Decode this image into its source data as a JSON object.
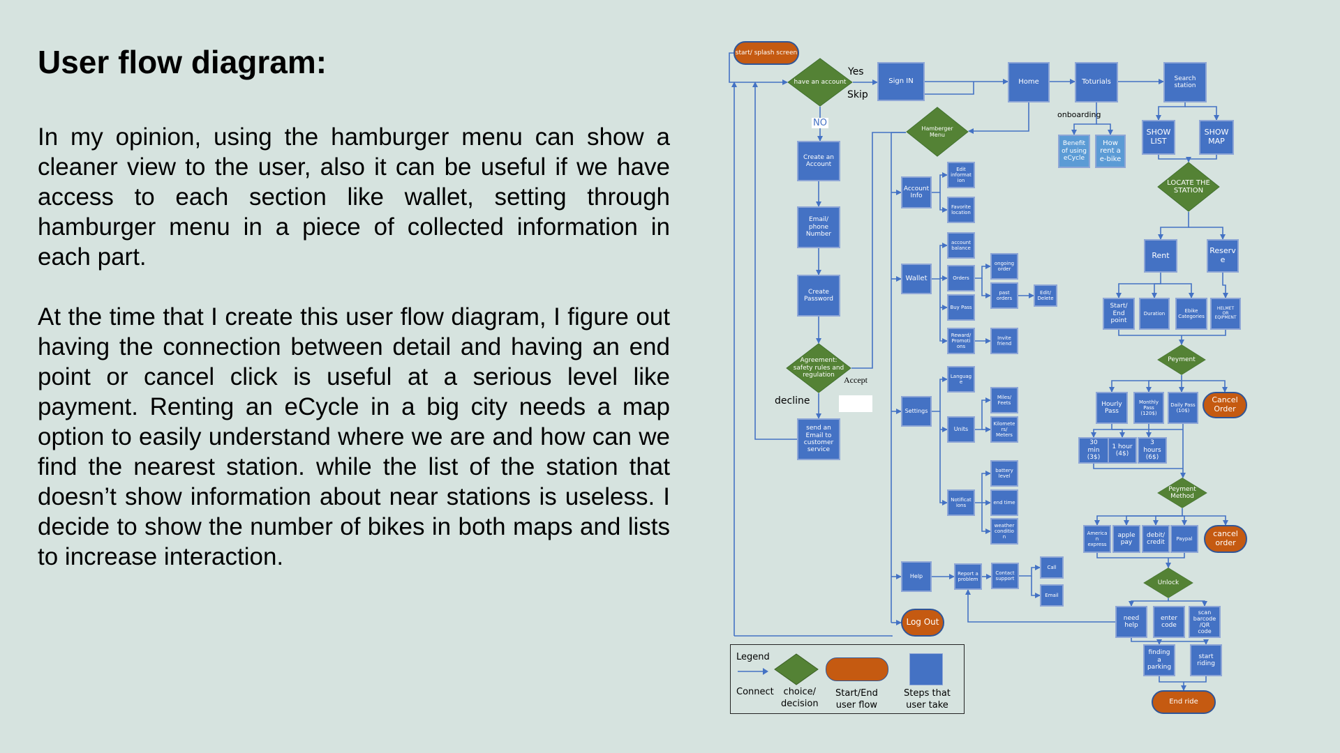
{
  "title": "User flow diagram:",
  "paragraphs": [
    "In my opinion, using the hamburger menu can show a cleaner view to the user, also it can be useful if we have access to each section like wallet, setting through hamburger menu in a piece of collected information in each part.",
    "At the time that I create this user flow diagram, I figure out having the connection between detail and having an end point or cancel click is useful at a serious level like payment. Renting an eCycle in a big city needs a map option to easily understand where we are and how can we find the nearest station. while the list of the station that doesn’t show information about near stations is useless. I decide to show the number of bikes in both maps and lists to increase interaction."
  ],
  "colors": {
    "step": "#4472c4",
    "decision": "#548235",
    "terminal": "#c55a11",
    "connector": "#4472c4",
    "background": "#d6e3df"
  },
  "nodes": {
    "splash": "start/ splash screen",
    "have_account": "have an account",
    "sign_in": "Sign IN",
    "home": "Home",
    "tutorials": "Toturials",
    "search_station": "Search\nstation",
    "benefit": "Benefit\nof using\neCycle",
    "how_rent": "How\nrent a\ne-bike",
    "show_list": "SHOW\nLIST",
    "show_map": "SHOW\nMAP",
    "locate": "LOCATE THE\nSTATION",
    "rent": "Rent",
    "reserve": "Reserv\ne",
    "start_end": "Start/\nEnd\npoint",
    "duration": "Duration",
    "ebike_cat": "Ebike\nCategories",
    "helmet": "HELMET\nOR\nEQIPMENT",
    "payment": "Peyment",
    "hourly": "Hourly\nPass",
    "monthly": "Monthly\nPass\n(120$)",
    "daily": "Daily Pass\n(10$)",
    "cancel_order_1": "Cancel\nOrder",
    "min30": "30\nmin\n(3$)",
    "hour1": "1 hour\n(4$)",
    "hours3": "3\nhours\n(6$)",
    "payment_method": "Peyment\nMethod",
    "amex": "America\nn\nexpress",
    "apple": "apple\npay",
    "debit": "debit/\ncredit",
    "paypal": "Paypal",
    "cancel_order_2": "cancel\norder",
    "unlock": "Unlock",
    "need_help": "need\nhelp",
    "enter_code": "enter\ncode",
    "scan": "scan\nbarcode\n/QR\ncode",
    "parking": "finding\na\nparking",
    "start_riding": "start\nriding",
    "end_ride": "End ride",
    "create_account": "Create an\nAccount",
    "email_phone": "Email/ phone\nNumber",
    "create_password": "Create\nPassword",
    "agreement": "Agreement:\nsafety rules and\nregulation",
    "send_email": "send an\nEmail to\ncustomer\nservice",
    "hamburger": "Hamberger\nMenu",
    "account_info": "Account\nInfo",
    "edit_info": "Edit\ninformat\nion",
    "fav_location": "Favorite\nlocation",
    "wallet": "Wallet",
    "acct_balance": "account\nbalance",
    "orders": "Orders",
    "ongoing": "ongoing\norder",
    "past_orders": "past\norders",
    "edit_delete": "Edit/\nDelete",
    "buy_pass": "Buy Pass",
    "reward": "Reward/\nPromoti\nons",
    "invite": "Invite\nfriend",
    "settings": "Settings",
    "language": "Languag\ne",
    "units": "Units",
    "miles": "Miles/\nFeets",
    "kilometers": "Kilomete\nrs/\nMeters",
    "notifications": "Notificat\nions",
    "battery": "battery\nlevel",
    "end_time": "end time",
    "weather": "weather\nconditio\nn",
    "help": "Help",
    "report": "Report a\nproblem",
    "contact": "Contact\nsupport",
    "call": "Call",
    "email": "Email",
    "logout": "Log Out"
  },
  "labels": {
    "yes": "Yes",
    "skip": "Skip",
    "no": "NO",
    "accept": "Accept",
    "decline": "decline",
    "onboarding": "onboarding"
  },
  "legend": {
    "title": "Legend",
    "connect": "Connect",
    "decision": "choice/\ndecision",
    "terminal": "Start/End\nuser flow",
    "step": "Steps that\nuser take"
  }
}
